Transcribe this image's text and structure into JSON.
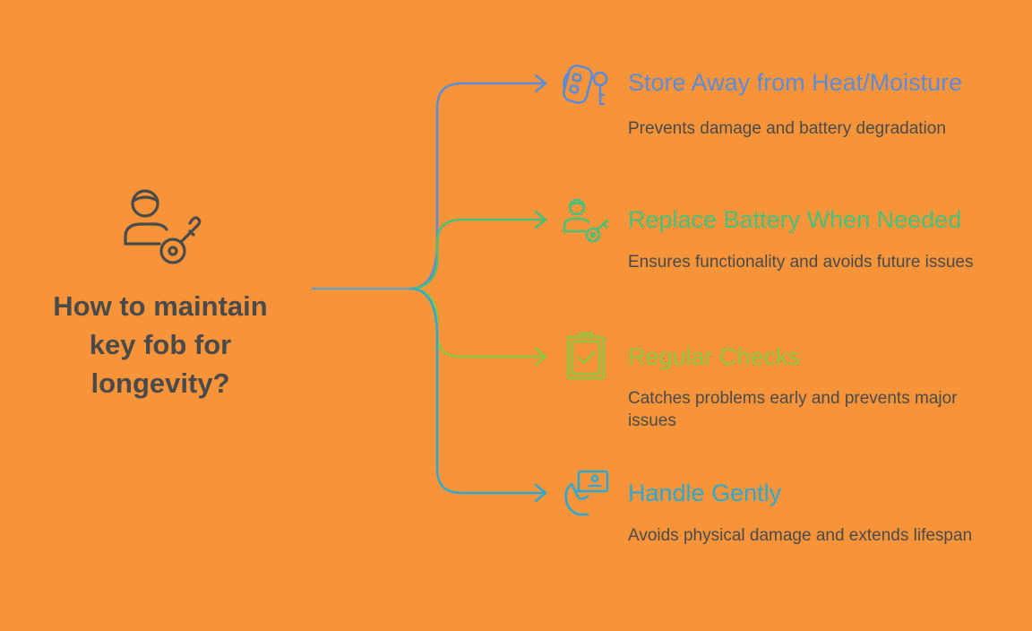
{
  "title": "How to maintain\nkey fob for\nlongevity?",
  "colors": {
    "background": "#F7943A",
    "title_text": "#4A4A4A",
    "description_text": "#4A4A4A"
  },
  "branches": [
    {
      "title": "Store Away from Heat/Moisture",
      "description": "Prevents damage and battery degradation",
      "color": "#5B8BD9",
      "icon": "key-fob-icon"
    },
    {
      "title": "Replace Battery When Needed",
      "description": "Ensures functionality and avoids future issues",
      "color": "#48C07A",
      "icon": "person-key-icon"
    },
    {
      "title": "Regular Checks",
      "description": "Catches problems early and prevents major issues",
      "color": "#8CC63F",
      "icon": "clipboard-check-icon"
    },
    {
      "title": "Handle Gently",
      "description": "Avoids physical damage and extends lifespan",
      "color": "#2BA9D2",
      "icon": "hand-card-icon"
    }
  ]
}
